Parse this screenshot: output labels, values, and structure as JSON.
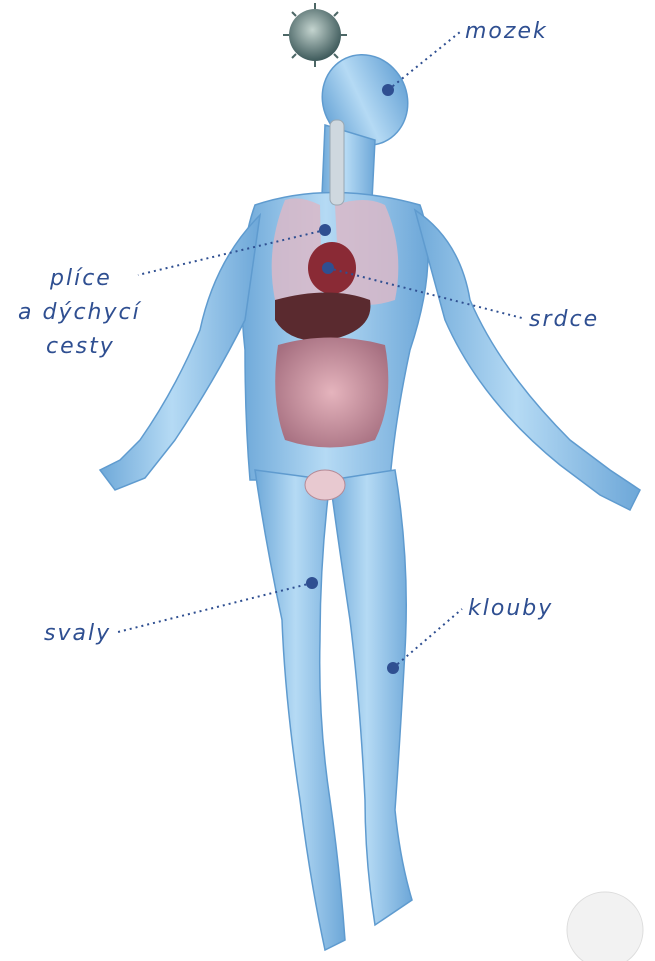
{
  "labels": {
    "brain": "mozek",
    "lungs_line1": "plíce",
    "lungs_line2": "a dýchycí",
    "lungs_line3": "cesty",
    "heart": "srdce",
    "muscles": "svaly",
    "joints": "klouby"
  },
  "colors": {
    "label_text": "#2f4f91",
    "leader_dot": "#2f4f91",
    "body_skin": "#8fc3ea",
    "virus": "#6f8a88"
  },
  "icons": [
    "virus-icon"
  ]
}
